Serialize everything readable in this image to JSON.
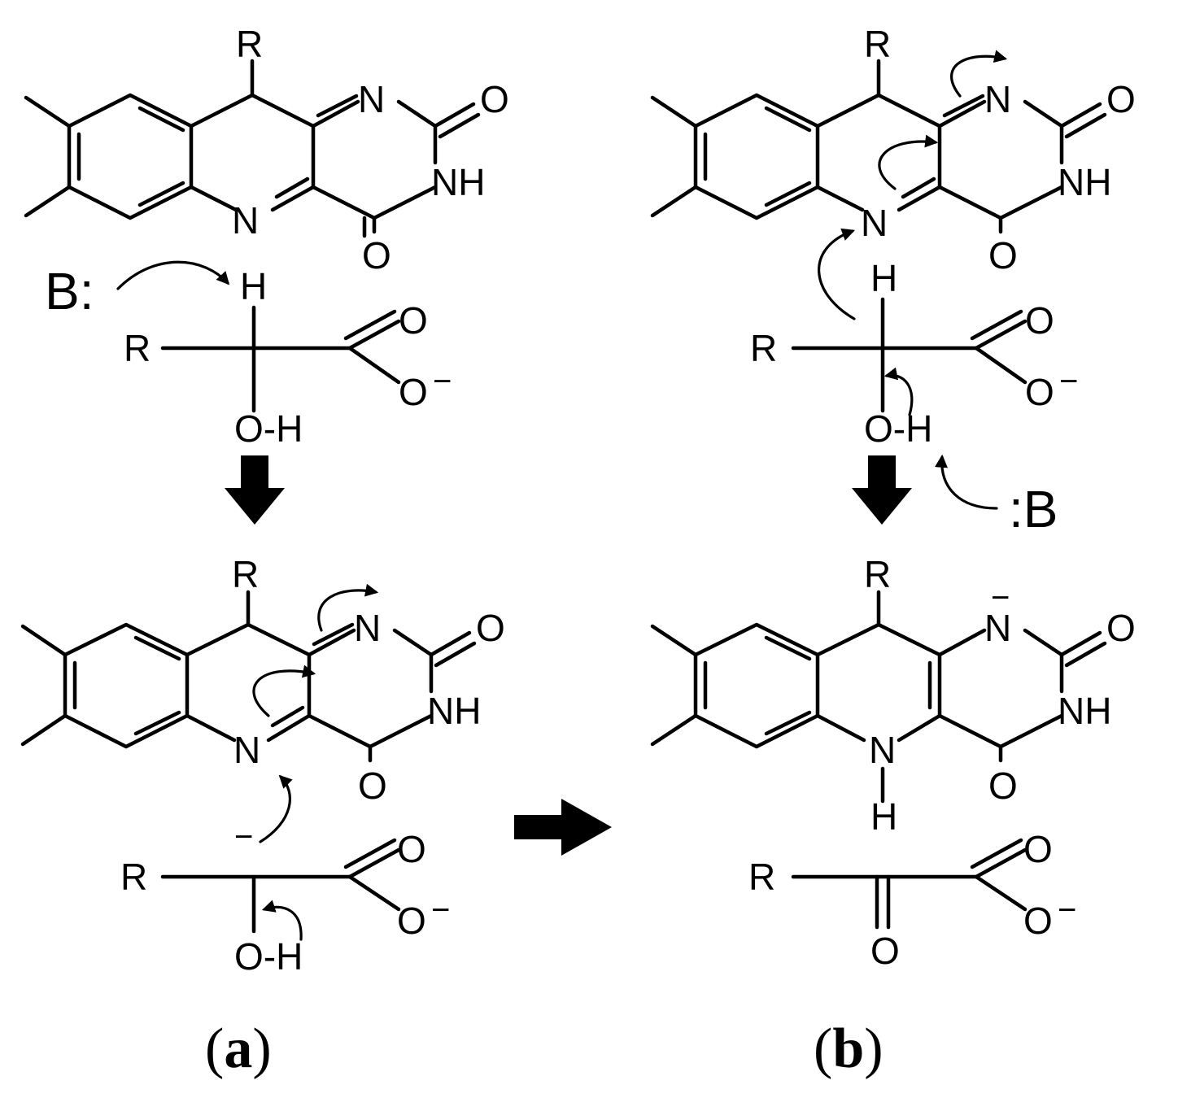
{
  "panels": [
    {
      "id": "a",
      "caption": {
        "open": "(",
        "letter": "a",
        "close": ")"
      },
      "labels": {
        "top_substituent": "R",
        "n_ring": "N",
        "o_carbonyl_right": "O",
        "nh": "NH",
        "n_bottom": "N",
        "o_carbonyl_bottom": "O",
        "base": "B:",
        "h": "H",
        "r_substrate": "R",
        "o_carboxyl": "O",
        "o_carboxylate": "O",
        "charge": "−",
        "oh": "O-H"
      },
      "labels_lower": {
        "top_substituent": "R",
        "n_ring": "N",
        "o_carbonyl_right": "O",
        "nh": "NH",
        "n_bottom": "N",
        "o_carbonyl_bottom": "O",
        "carbanion_charge": "−",
        "r_substrate": "R",
        "o_carboxyl": "O",
        "o_carboxylate": "O",
        "charge": "−",
        "oh": "O-H"
      }
    },
    {
      "id": "b",
      "caption": {
        "open": "(",
        "letter": "b",
        "close": ")"
      },
      "labels": {
        "top_substituent": "R",
        "n_ring": "N",
        "o_carbonyl_right": "O",
        "nh": "NH",
        "n_bottom": "N",
        "o_carbonyl_bottom": "O",
        "h": "H",
        "r_substrate": "R",
        "o_carboxyl": "O",
        "o_carboxylate": "O",
        "charge": "−",
        "oh": "O-H",
        "base": ":B"
      },
      "labels_lower": {
        "top_substituent": "R",
        "n_ring": "N",
        "n_ring_charge": "−",
        "o_carbonyl_right": "O",
        "nh": "NH",
        "n_bottom": "N",
        "h_bottom": "H",
        "o_carbonyl_bottom": "O",
        "r_product": "R",
        "o_keto": "O",
        "o_carboxyl": "O",
        "o_carboxylate": "O",
        "charge": "−"
      }
    }
  ]
}
